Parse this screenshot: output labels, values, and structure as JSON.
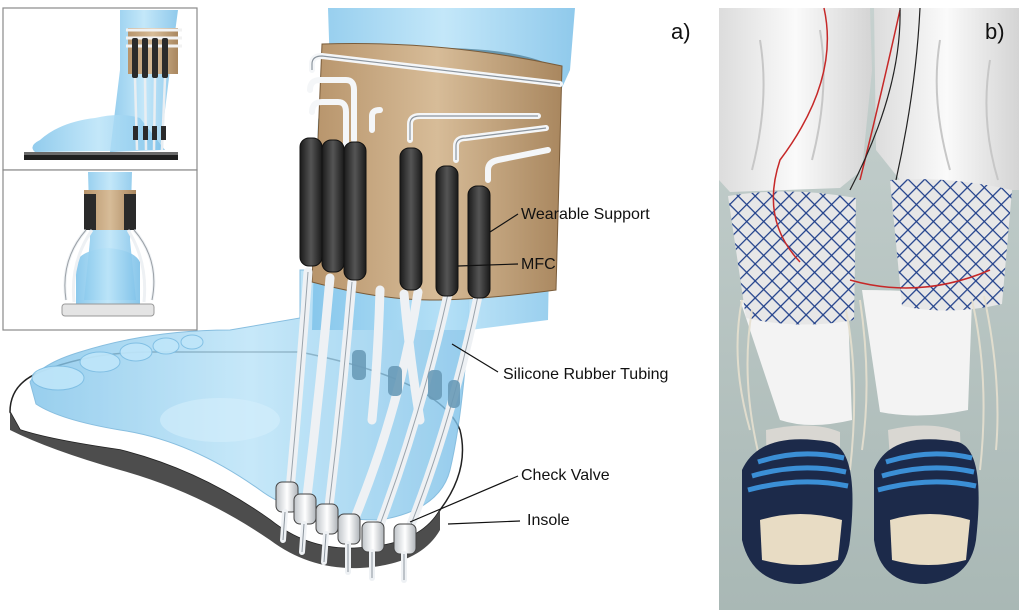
{
  "panels": {
    "a": "a)",
    "b": "b)"
  },
  "labels": {
    "wearable_support": "Wearable Support",
    "mfc": "MFC",
    "tubing": "Silicone Rubber Tubing",
    "check_valve": "Check Valve",
    "insole": "Insole"
  },
  "colors": {
    "leg_blue": "#9fd6f3",
    "support_tan": "#c9ab86",
    "mfc_dark": "#2f2f2f",
    "tube_white": "#eef1f4",
    "sandal_navy": "#1c2a4a",
    "sandal_stripe": "#3b8fd6",
    "floor": "#b9c7c4"
  }
}
